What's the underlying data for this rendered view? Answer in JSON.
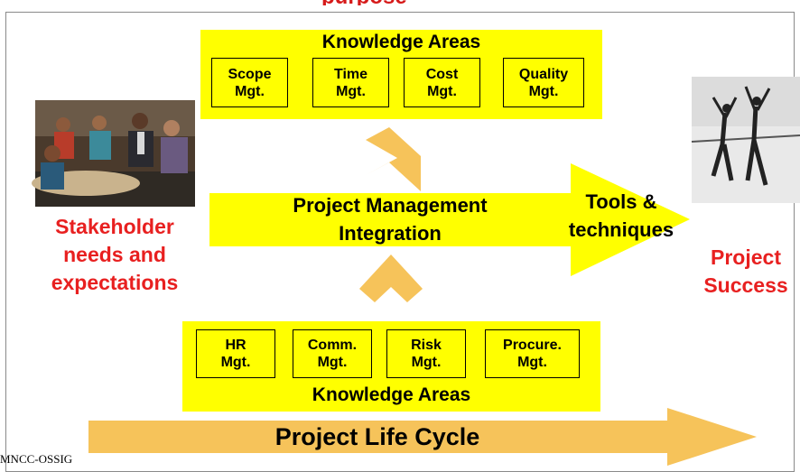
{
  "title_fragment": "purpose",
  "top_knowledge_areas": {
    "label": "Knowledge Areas",
    "items": [
      {
        "line1": "Scope",
        "line2": "Mgt."
      },
      {
        "line1": "Time",
        "line2": "Mgt."
      },
      {
        "line1": "Cost",
        "line2": "Mgt."
      },
      {
        "line1": "Quality",
        "line2": "Mgt."
      }
    ]
  },
  "bottom_knowledge_areas": {
    "label": "Knowledge Areas",
    "items": [
      {
        "line1": "HR",
        "line2": "Mgt."
      },
      {
        "line1": "Comm.",
        "line2": "Mgt."
      },
      {
        "line1": "Risk",
        "line2": "Mgt."
      },
      {
        "line1": "Procure.",
        "line2": "Mgt."
      }
    ]
  },
  "integration": {
    "line1": "Project Management",
    "line2": "Integration"
  },
  "tools": {
    "line1": "Tools &",
    "line2": "techniques"
  },
  "stakeholder": {
    "line1": "Stakeholder",
    "line2": "needs and",
    "line3": "expectations"
  },
  "success": {
    "line1": "Project",
    "line2": "Success"
  },
  "life_cycle": "Project Life Cycle",
  "footer": "MNCC-OSSIG",
  "images": {
    "left": "stakeholder-meeting-photo",
    "right": "celebrating-runners-photo"
  },
  "colors": {
    "yellow": "#ffff00",
    "orange_arrow": "#f6c35a",
    "red_text": "#e82020",
    "title_red": "#d61a1a"
  }
}
